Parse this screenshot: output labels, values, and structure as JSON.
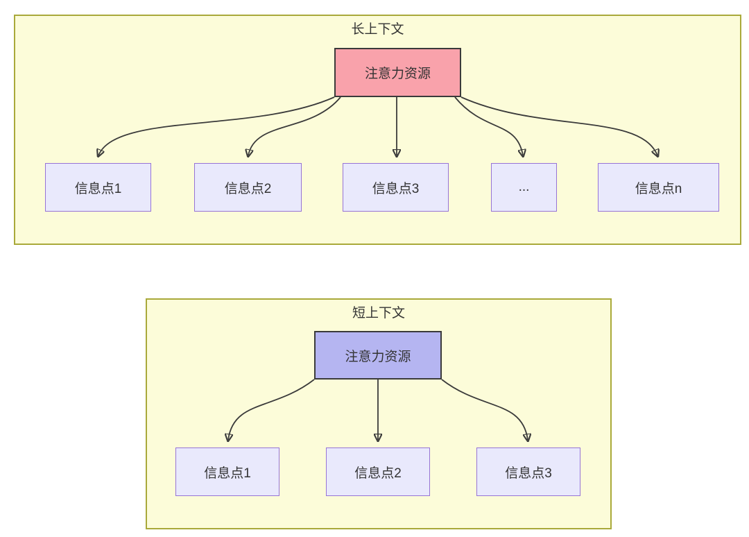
{
  "diagram": {
    "colors": {
      "page_background": "#ffffff",
      "subgraph_fill": "#FCFCD9",
      "subgraph_border": "#A9A93A",
      "info_node_fill": "#E9E9FC",
      "info_node_border": "#9673D6",
      "attention_long_fill": "#F9A2AB",
      "attention_short_fill": "#B5B5F1",
      "attention_border": "#3a3a3a",
      "edge_color": "#3a3a3a",
      "text_color": "#333333"
    },
    "long_context": {
      "title": "长上下文",
      "attention_label": "注意力资源",
      "children": [
        "信息点1",
        "信息点2",
        "信息点3",
        "...",
        "信息点n"
      ]
    },
    "short_context": {
      "title": "短上下文",
      "attention_label": "注意力资源",
      "children": [
        "信息点1",
        "信息点2",
        "信息点3"
      ]
    }
  }
}
